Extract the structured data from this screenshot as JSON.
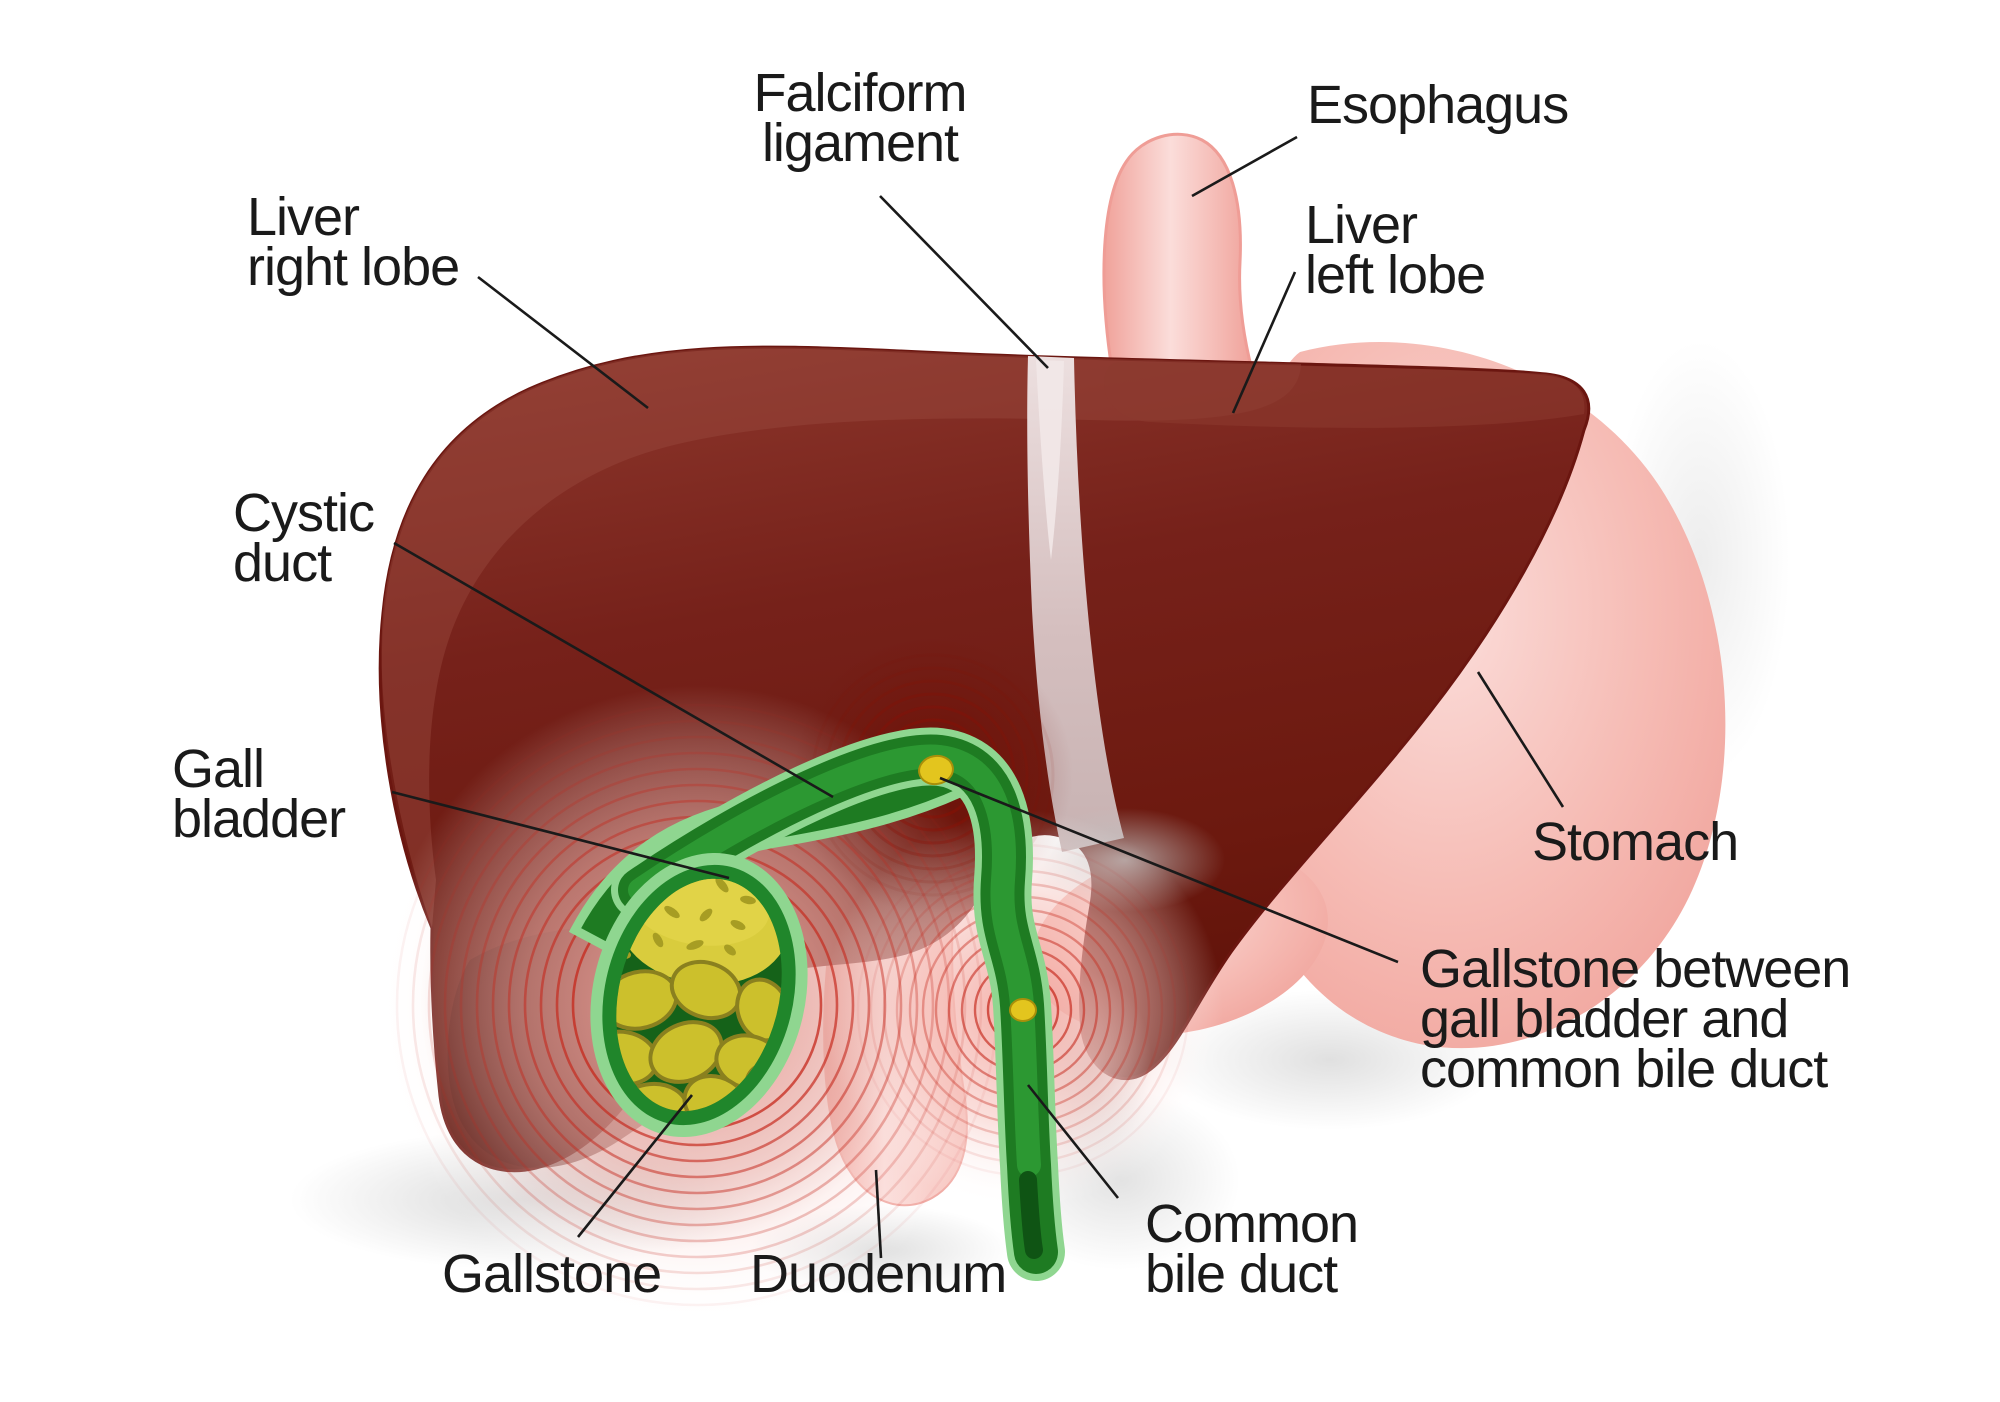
{
  "figure": {
    "type": "medical-anatomy-illustration",
    "subject": "Gallstones in the gall bladder and bile ducts with liver, stomach, esophagus and duodenum"
  },
  "labels": {
    "falciform_ligament": {
      "lines": [
        "Falciform",
        "ligament"
      ]
    },
    "esophagus": {
      "lines": [
        "Esophagus"
      ]
    },
    "liver_right_lobe": {
      "lines": [
        "Liver",
        "right lobe"
      ]
    },
    "liver_left_lobe": {
      "lines": [
        "Liver",
        "left lobe"
      ]
    },
    "cystic_duct": {
      "lines": [
        "Cystic",
        "duct"
      ]
    },
    "gall_bladder": {
      "lines": [
        "Gall",
        "bladder"
      ]
    },
    "stomach": {
      "lines": [
        "Stomach"
      ]
    },
    "gallstone_between": {
      "lines": [
        "Gallstone between",
        "gall bladder and",
        "common bile duct"
      ]
    },
    "gallstone": {
      "lines": [
        "Gallstone"
      ]
    },
    "duodenum": {
      "lines": [
        "Duodenum"
      ]
    },
    "common_bile_duct": {
      "lines": [
        "Common",
        "bile duct"
      ]
    }
  },
  "colors": {
    "background": "#ffffff",
    "label_color": "#1a1a1a",
    "leader_line": "#1a1a1a",
    "liver_top": "#8e382d",
    "liver_mid": "#76211a",
    "liver_deep": "#5a0f07",
    "liver_highlight": "#9a4a3e",
    "falciform_gray": "#d5bfbf",
    "falciform_light": "#ecdfdf",
    "stomach_light": "#fbddda",
    "stomach_pink": "#f6bcb5",
    "stomach_edge": "#f0a29a",
    "duct_green_light": "#8fd690",
    "duct_green_dark": "#1e7b22",
    "duct_green_mid": "#2e9b34",
    "duct_lumen_dark": "#0f5414",
    "sac_interior": "#156219",
    "bile_yellow": "#d9cc3d",
    "bile_speck": "#a79d23",
    "stone_yellow": "#ccc02c",
    "stone_outline": "#8a801f",
    "duct_stone_yellow": "#e3c51e",
    "duct_stone_outline": "#a98f0a",
    "ripple_red": "#c5281c",
    "ripple_dark_red": "#8f0e02",
    "shadow_gray": "#c9c9c9"
  }
}
